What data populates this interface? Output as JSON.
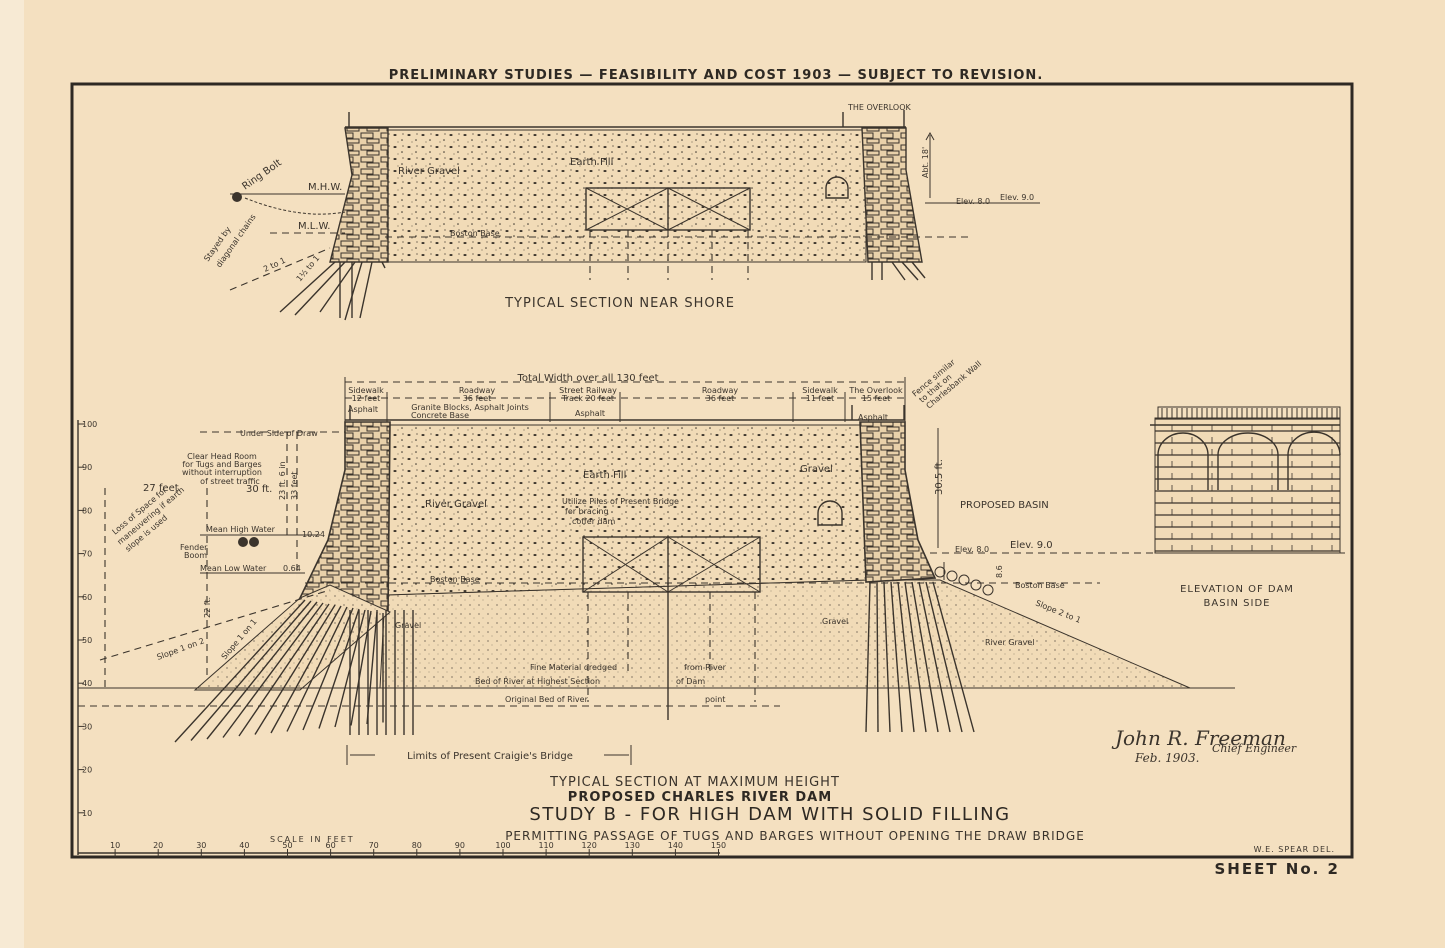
{
  "header": {
    "title": "PRELIMINARY STUDIES — FEASIBILITY AND COST 1903 — SUBJECT TO REVISION."
  },
  "upper_section": {
    "title": "TYPICAL SECTION NEAR SHORE",
    "overlook": "THE OVERLOOK",
    "ring_bolt": "Ring Bolt",
    "mhw": "M.H.W.",
    "mlw": "M.L.W.",
    "stayed": [
      "Stayed by",
      "diagonal chains"
    ],
    "slope_a": "2 to 1",
    "slope_b": "1½ to 1",
    "river_gravel": "River Gravel",
    "earth_fill": "Earth Fill",
    "boston_base": "Boston Base",
    "abt": "Abt. 18'",
    "elev_8": "Elev. 8.0",
    "elev_9": "Elev. 9.0"
  },
  "lower_section": {
    "total_width": "Total Width over all 130 feet",
    "segments": [
      {
        "name": "Sidewalk",
        "width": "12 feet"
      },
      {
        "name": "Roadway",
        "width": "36 feet"
      },
      {
        "name": "Street Railway",
        "width": "Track 20 feet"
      },
      {
        "name": "Roadway",
        "width": "36 feet"
      },
      {
        "name": "Sidewalk",
        "width": "11 feet"
      },
      {
        "name": "The Overlook",
        "width": "15 feet"
      }
    ],
    "fence": [
      "Fence similar",
      "to that on",
      "Charlesbank Wall"
    ],
    "asphalt": "Asphalt",
    "granite": [
      "Granite Blocks, Asphalt Joints",
      "Concrete Base"
    ],
    "under_draw": "Under Side of Draw",
    "clear_head": [
      "Clear Head Room",
      "for Tugs and Barges",
      "without interruption",
      "of street traffic"
    ],
    "feet27": "27 feet",
    "loss_space": [
      "Loss of Space for",
      "maneuvering if earth",
      "slope is used"
    ],
    "ft30": "30 ft.",
    "ft23": "23 ft. 6 in",
    "ft33": "33 feet",
    "mean_high": "Mean High Water",
    "v1024": "10.24",
    "fender": [
      "Fender",
      "Boom"
    ],
    "mean_low": "Mean Low Water",
    "v064": "0.64",
    "ft22": "22 ft.",
    "slope_1on2": "Slope 1 on 2",
    "slope_1on1": "Slope 1 on 1",
    "gravel": "Gravel",
    "river_gravel": "River Gravel",
    "earth_fill": "Earth Fill",
    "utilize": [
      "Utilize Piles of Present Bridge",
      "for bracing",
      "coffer dam"
    ],
    "boston_base": "Boston Base",
    "ft30_5": "30.5 ft.",
    "proposed_basin": "PROPOSED BASIN",
    "elev_8": "Elev. 8.0",
    "elev_9": "Elev. 9.0",
    "v86": "8.6",
    "slope_2to1": "Slope 2 to 1",
    "fine_material": "Fine Material dredged",
    "from_river": "from River",
    "bed_highest": "Bed of River at Highest Section",
    "of_dam": "of Dam",
    "original_bed": "Original Bed of River",
    "point": "point",
    "limits": "Limits of Present Craigie's Bridge",
    "elevation": [
      "ELEVATION OF DAM",
      "BASIN SIDE"
    ]
  },
  "y_axis": {
    "ticks": [
      100,
      90,
      80,
      70,
      60,
      50,
      40,
      30,
      20,
      10
    ]
  },
  "scale": {
    "label": "SCALE IN FEET",
    "ticks": [
      10,
      20,
      30,
      40,
      50,
      60,
      70,
      80,
      90,
      100,
      110,
      120,
      130,
      140,
      150
    ]
  },
  "titles": {
    "typical": "TYPICAL SECTION AT MAXIMUM HEIGHT",
    "proposed": "PROPOSED CHARLES RIVER DAM",
    "study": "STUDY B - FOR HIGH DAM WITH SOLID FILLING",
    "permitting": "PERMITTING PASSAGE OF TUGS AND BARGES WITHOUT OPENING THE DRAW BRIDGE"
  },
  "signature": {
    "name": "John R. Freeman",
    "role": "Chief Engineer",
    "date": "Feb. 1903."
  },
  "draftsman": "W.E. SPEAR DEL.",
  "sheet": "SHEET No. 2"
}
